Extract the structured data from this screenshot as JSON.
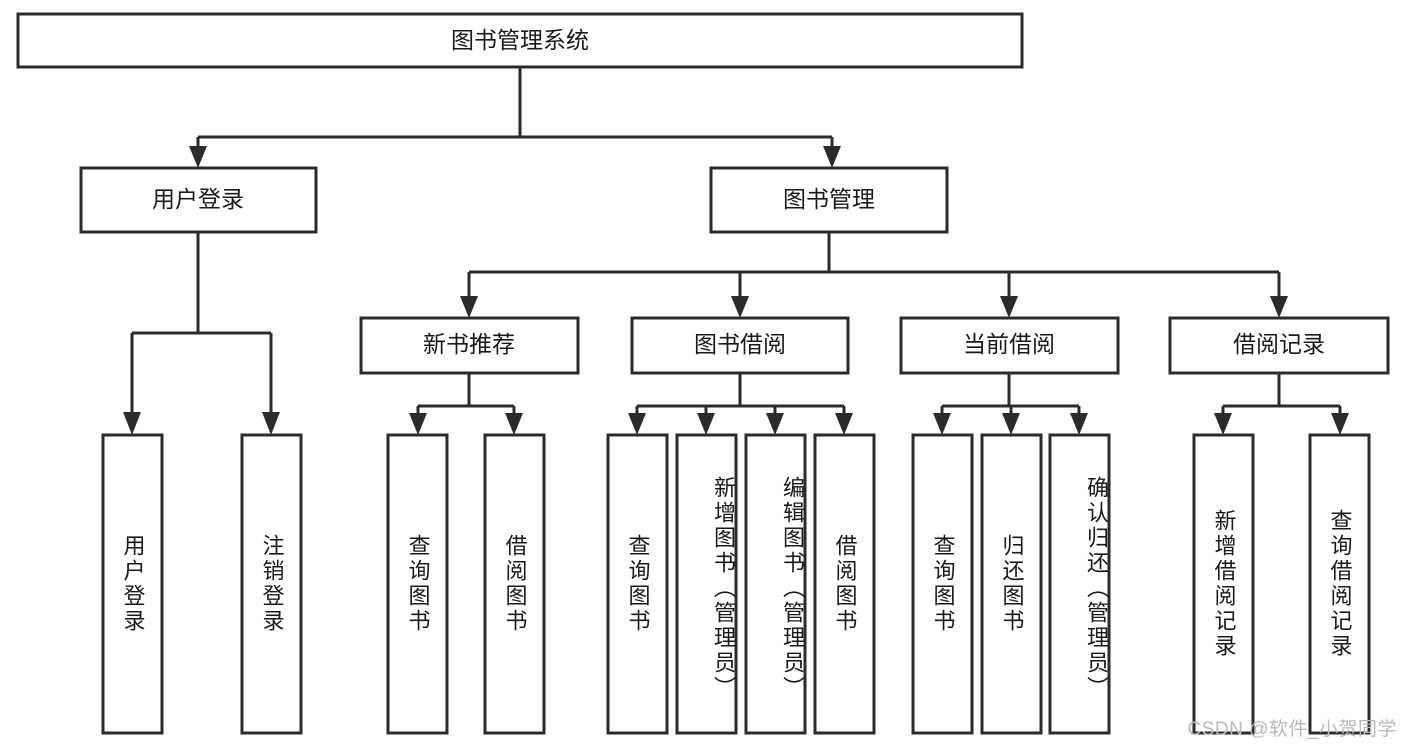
{
  "diagram": {
    "title": "图书管理系统",
    "type": "tree-hierarchy",
    "orientation": "top-down",
    "colors": {
      "stroke": "#2b2b2b",
      "box_fill": "#ffffff",
      "text": "#1a1a1a",
      "background": "#ffffff",
      "watermark": "#b9b9b9"
    },
    "root": {
      "label": "图书管理系统"
    },
    "level2": [
      {
        "label": "用户登录"
      },
      {
        "label": "图书管理"
      }
    ],
    "level3": [
      {
        "label": "新书推荐"
      },
      {
        "label": "图书借阅"
      },
      {
        "label": "当前借阅"
      },
      {
        "label": "借阅记录"
      }
    ],
    "leaves": {
      "user_login": [
        {
          "label": "用户登录"
        },
        {
          "label": "注销登录"
        }
      ],
      "new_book_recommend": [
        {
          "label": "查询图书"
        },
        {
          "label": "借阅图书"
        }
      ],
      "book_borrow": [
        {
          "label": "查询图书"
        },
        {
          "label": "新增图书（管理员）"
        },
        {
          "label": "编辑图书（管理员）"
        },
        {
          "label": "借阅图书"
        }
      ],
      "current_borrow": [
        {
          "label": "查询图书"
        },
        {
          "label": "归还图书"
        },
        {
          "label": "确认归还（管理员）"
        }
      ],
      "borrow_record": [
        {
          "label": "新增借阅记录"
        },
        {
          "label": "查询借阅记录"
        }
      ]
    }
  },
  "watermark": {
    "text": "CSDN @软件_小贺同学"
  }
}
